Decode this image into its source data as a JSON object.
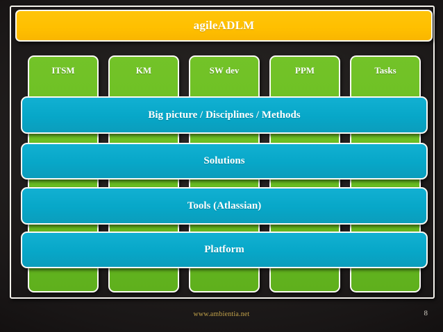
{
  "slide": {
    "title": "agileADLM",
    "columns": [
      {
        "label": "ITSM"
      },
      {
        "label": "KM"
      },
      {
        "label": "SW dev"
      },
      {
        "label": "PPM"
      },
      {
        "label": "Tasks"
      }
    ],
    "layers": [
      {
        "label": "Big picture / Disciplines / Methods"
      },
      {
        "label": "Solutions"
      },
      {
        "label": "Tools (Atlassian)"
      },
      {
        "label": "Platform"
      }
    ]
  },
  "footer": {
    "url": "www.ambientia.net",
    "page_number": "8"
  },
  "colors": {
    "title_bar": "#ffc000",
    "column_green": "#69bd22",
    "layer_cyan": "#07a7c8",
    "background": "#211e1d",
    "frame": "#f4f2ec",
    "footer_url": "#c2a24a",
    "footer_page": "#cfcac0",
    "text_on_fill": "#ffffff"
  }
}
